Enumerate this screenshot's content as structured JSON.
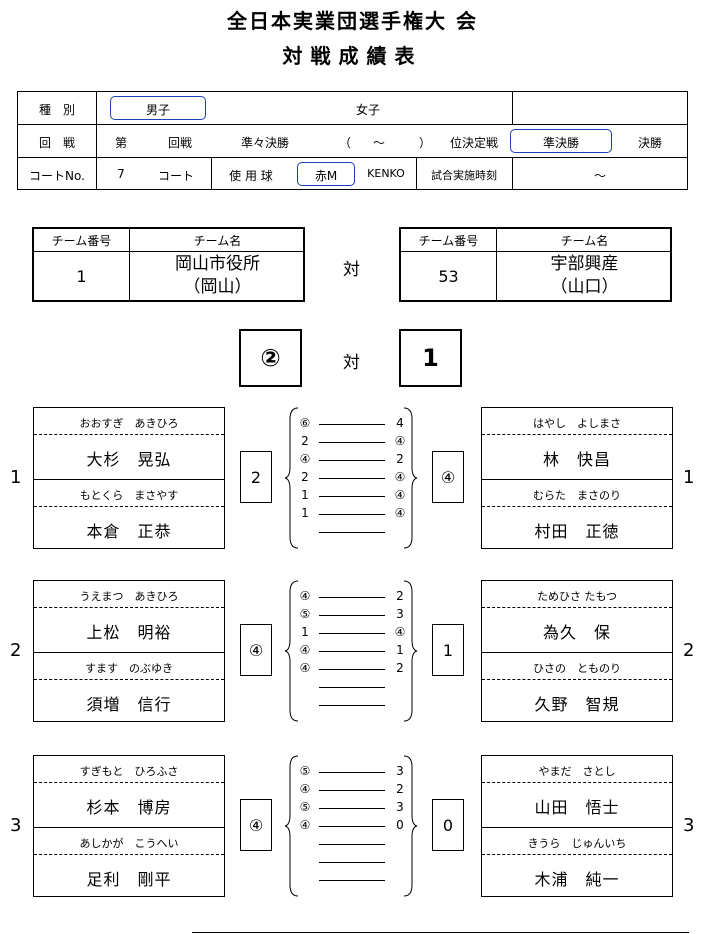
{
  "title": "全日本実業団選手権大 会",
  "subtitle": "対戦成績表",
  "info": {
    "row1": {
      "label": "種　別",
      "men": "男子",
      "women": "女子"
    },
    "row2": {
      "label": "回　戦",
      "dai": "第",
      "kaisen": "回戦",
      "quarter": "準々決勝",
      "paren_open": "（",
      "tilde": "～",
      "paren_close": "）",
      "place": "位決定戦",
      "semi": "準決勝",
      "final": "決勝"
    },
    "row3": {
      "label": "コートNo.",
      "court_no": "7",
      "court": "コート",
      "ball_label": "使 用 球",
      "ball_red": "赤M",
      "ball_kenko": "KENKO",
      "time_label": "試合実施時刻",
      "time_tilde": "～"
    }
  },
  "teams": {
    "hdr_num": "チーム番号",
    "hdr_name": "チーム名",
    "left": {
      "num": "1",
      "name1": "岡山市役所",
      "name2": "（岡山）"
    },
    "right": {
      "num": "53",
      "name1": "宇部興産",
      "name2": "（山口）"
    },
    "vs": "対"
  },
  "score": {
    "left": "②",
    "vs": "対",
    "right": "1"
  },
  "matches": [
    {
      "no": "1",
      "left": [
        {
          "furi": "おおすぎ　あきひろ",
          "name": "大杉　晃弘"
        },
        {
          "furi": "もとくら　まさやす",
          "name": "本倉　正恭"
        }
      ],
      "right": [
        {
          "furi": "はやし　よしまさ",
          "name": "林　快昌"
        },
        {
          "furi": "むらた　まさのり",
          "name": "村田　正徳"
        }
      ],
      "left_total": "2",
      "right_total": "④",
      "games": [
        [
          "⑥",
          "4"
        ],
        [
          "2",
          "④"
        ],
        [
          "④",
          "2"
        ],
        [
          "2",
          "④"
        ],
        [
          "1",
          "④"
        ],
        [
          "1",
          "④"
        ]
      ]
    },
    {
      "no": "2",
      "left": [
        {
          "furi": "うえまつ　あきひろ",
          "name": "上松　明裕"
        },
        {
          "furi": "すます　のぶゆき",
          "name": "須増　信行"
        }
      ],
      "right": [
        {
          "furi": "ためひさ たもつ",
          "name": "為久　保"
        },
        {
          "furi": "ひさの　とものり",
          "name": "久野　智規"
        }
      ],
      "left_total": "④",
      "right_total": "1",
      "games": [
        [
          "④",
          "2"
        ],
        [
          "⑤",
          "3"
        ],
        [
          "1",
          "④"
        ],
        [
          "④",
          "1"
        ],
        [
          "④",
          "2"
        ]
      ]
    },
    {
      "no": "3",
      "left": [
        {
          "furi": "すぎもと　ひろふさ",
          "name": "杉本　博房"
        },
        {
          "furi": "あしかが　こうへい",
          "name": "足利　剛平"
        }
      ],
      "right": [
        {
          "furi": "やまだ　さとし",
          "name": "山田　悟士"
        },
        {
          "furi": "きうら　じゅんいち",
          "name": "木浦　純一"
        }
      ],
      "left_total": "④",
      "right_total": "0",
      "games": [
        [
          "⑤",
          "3"
        ],
        [
          "④",
          "2"
        ],
        [
          "⑤",
          "3"
        ],
        [
          "④",
          "0"
        ]
      ]
    }
  ]
}
